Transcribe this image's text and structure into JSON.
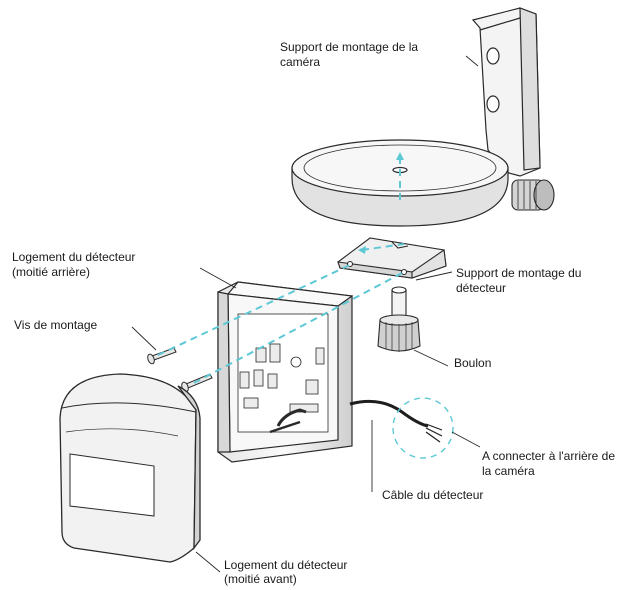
{
  "labels": {
    "camera_mount_line1": "Support de montage de la",
    "camera_mount_line2": "caméra",
    "housing_back_line1": "Logement du détecteur",
    "housing_back_line2": "(moitié arrière)",
    "screws": "Vis de montage",
    "sensor_mount_line1": "Support de montage du",
    "sensor_mount_line2": "détecteur",
    "bolt": "Boulon",
    "connect_line1": "A connecter à l'arrière de",
    "connect_line2": "la caméra",
    "cable": "Câble du détecteur",
    "housing_front_line1": "Logement du détecteur",
    "housing_front_line2": "(moitié avant)"
  },
  "colors": {
    "line": "#2a2a2a",
    "dashed_guide": "#5ec8d6",
    "part_fill": "#f4f4f4",
    "part_shade": "#d9d9d9"
  }
}
